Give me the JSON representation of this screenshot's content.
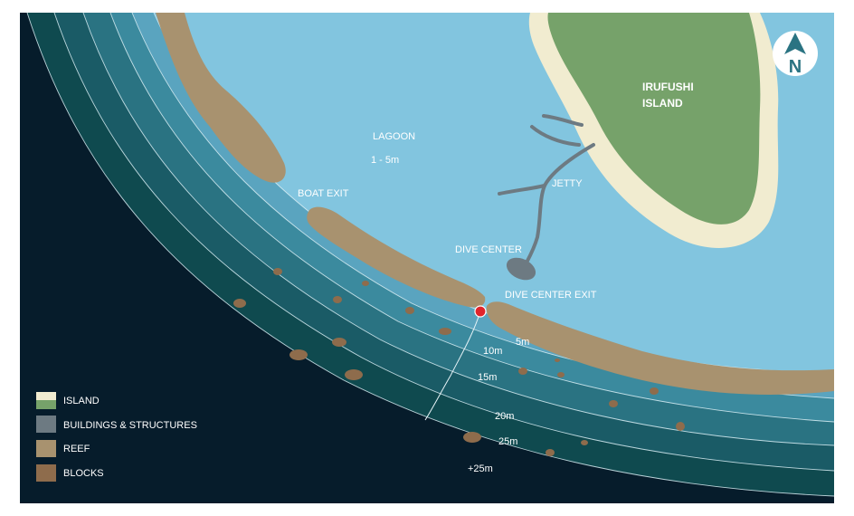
{
  "colors": {
    "deep": "#061c2b",
    "band_25": "#0f4a4f",
    "band_20": "#1a5b66",
    "band_15": "#2a7382",
    "band_10": "#3b8a9e",
    "band_5": "#5aa4bf",
    "lagoon": "#82c5df",
    "reef": "#a8926f",
    "sand": "#f1ecd0",
    "island": "#76a26a",
    "structure": "#6d7a82",
    "block": "#8e6c4c",
    "marker": "#e0242b"
  },
  "labels": {
    "lagoon": "LAGOON",
    "lagoon_depth": "1 - 5m",
    "island_line1": "IRUFUSHI",
    "island_line2": "ISLAND",
    "boat_exit": "BOAT EXIT",
    "jetty": "JETTY",
    "dive_center": "DIVE CENTER",
    "dive_center_exit": "DIVE CENTER EXIT"
  },
  "depths": {
    "d5": "5m",
    "d10": "10m",
    "d15": "15m",
    "d20": "20m",
    "d25": "25m",
    "d25plus": "+25m"
  },
  "compass": {
    "letter": "N",
    "icon": "north-arrow-icon"
  },
  "legend": [
    {
      "label": "ISLAND",
      "icon": "island-swatch"
    },
    {
      "label": "BUILDINGS & STRUCTURES",
      "icon": "structure-swatch"
    },
    {
      "label": "REEF",
      "icon": "reef-swatch"
    },
    {
      "label": "BLOCKS",
      "icon": "block-swatch"
    }
  ]
}
